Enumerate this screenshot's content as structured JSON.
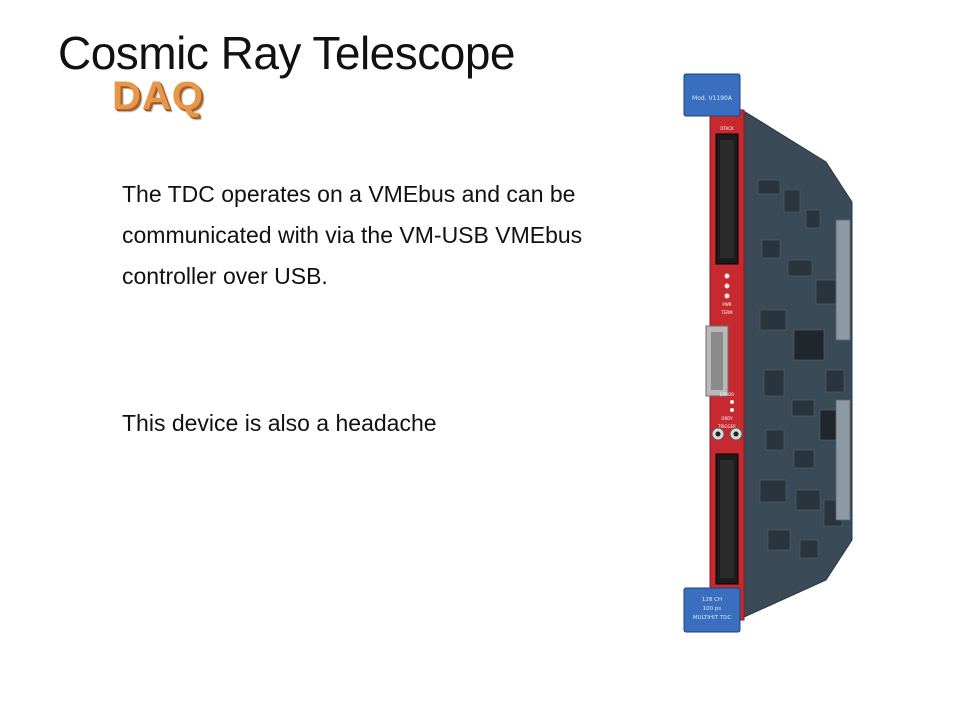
{
  "slide": {
    "title": "Cosmic Ray Telescope",
    "subtitle": "DAQ",
    "paragraphs": [
      "The TDC operates on a VMEbus and can be communicated with via the VM-USB VMEbus controller over USB.",
      "This device is also a headache"
    ]
  },
  "device_image": {
    "module_label": "Mod. V1190A",
    "bottom_label": [
      "128 CH",
      "100 ps",
      "MULTIHIT TDC"
    ],
    "panel_labels": [
      "DTACK",
      "PWR",
      "TERM",
      "TRIGGER",
      "DRDY",
      "ERROR"
    ],
    "colors": {
      "panel_red": "#c62a2f",
      "pcb_dark": "#3b4a57",
      "handle_blue": "#3a6fc0"
    }
  },
  "colors": {
    "subtitle_orange": "#e8964a",
    "text": "#111111"
  }
}
